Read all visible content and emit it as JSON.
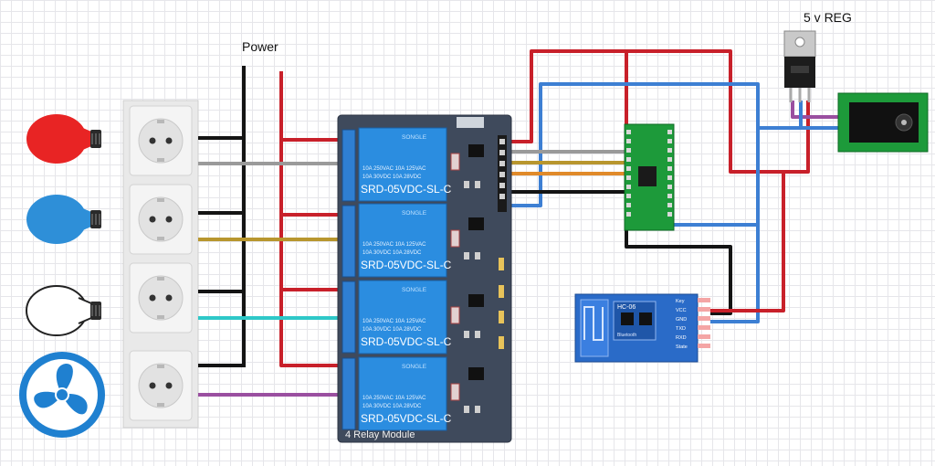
{
  "labels": {
    "power": "Power",
    "regulator": "5 v REG",
    "relay_module": "4 Relay Module"
  },
  "relay": {
    "brand": "SONGLE",
    "spec_line1": "10A 250VAC  10A 125VAC",
    "spec_line2": "10A  30VDC  10A  28VDC",
    "model": "SRD-05VDC-SL-C"
  },
  "bluetooth": {
    "model": "HC-06",
    "sub": "Bluetooth",
    "pins": [
      "Key",
      "VCC",
      "GND",
      "TXD",
      "RXD",
      "State"
    ]
  },
  "loads": [
    {
      "name": "red-bulb",
      "color": "#e82424"
    },
    {
      "name": "blue-bulb",
      "color": "#2e8fd8"
    },
    {
      "name": "white-bulb",
      "color": "#ffffff"
    },
    {
      "name": "fan",
      "color": "#1f80d0"
    }
  ],
  "wire_colors": {
    "red": "#c8202a",
    "black": "#141414",
    "blue": "#3d7fd3",
    "gray": "#9a9a9a",
    "gold": "#b8962e",
    "orange": "#e08a2a",
    "cyan": "#2ec8c8",
    "purple": "#9a4fa0"
  }
}
